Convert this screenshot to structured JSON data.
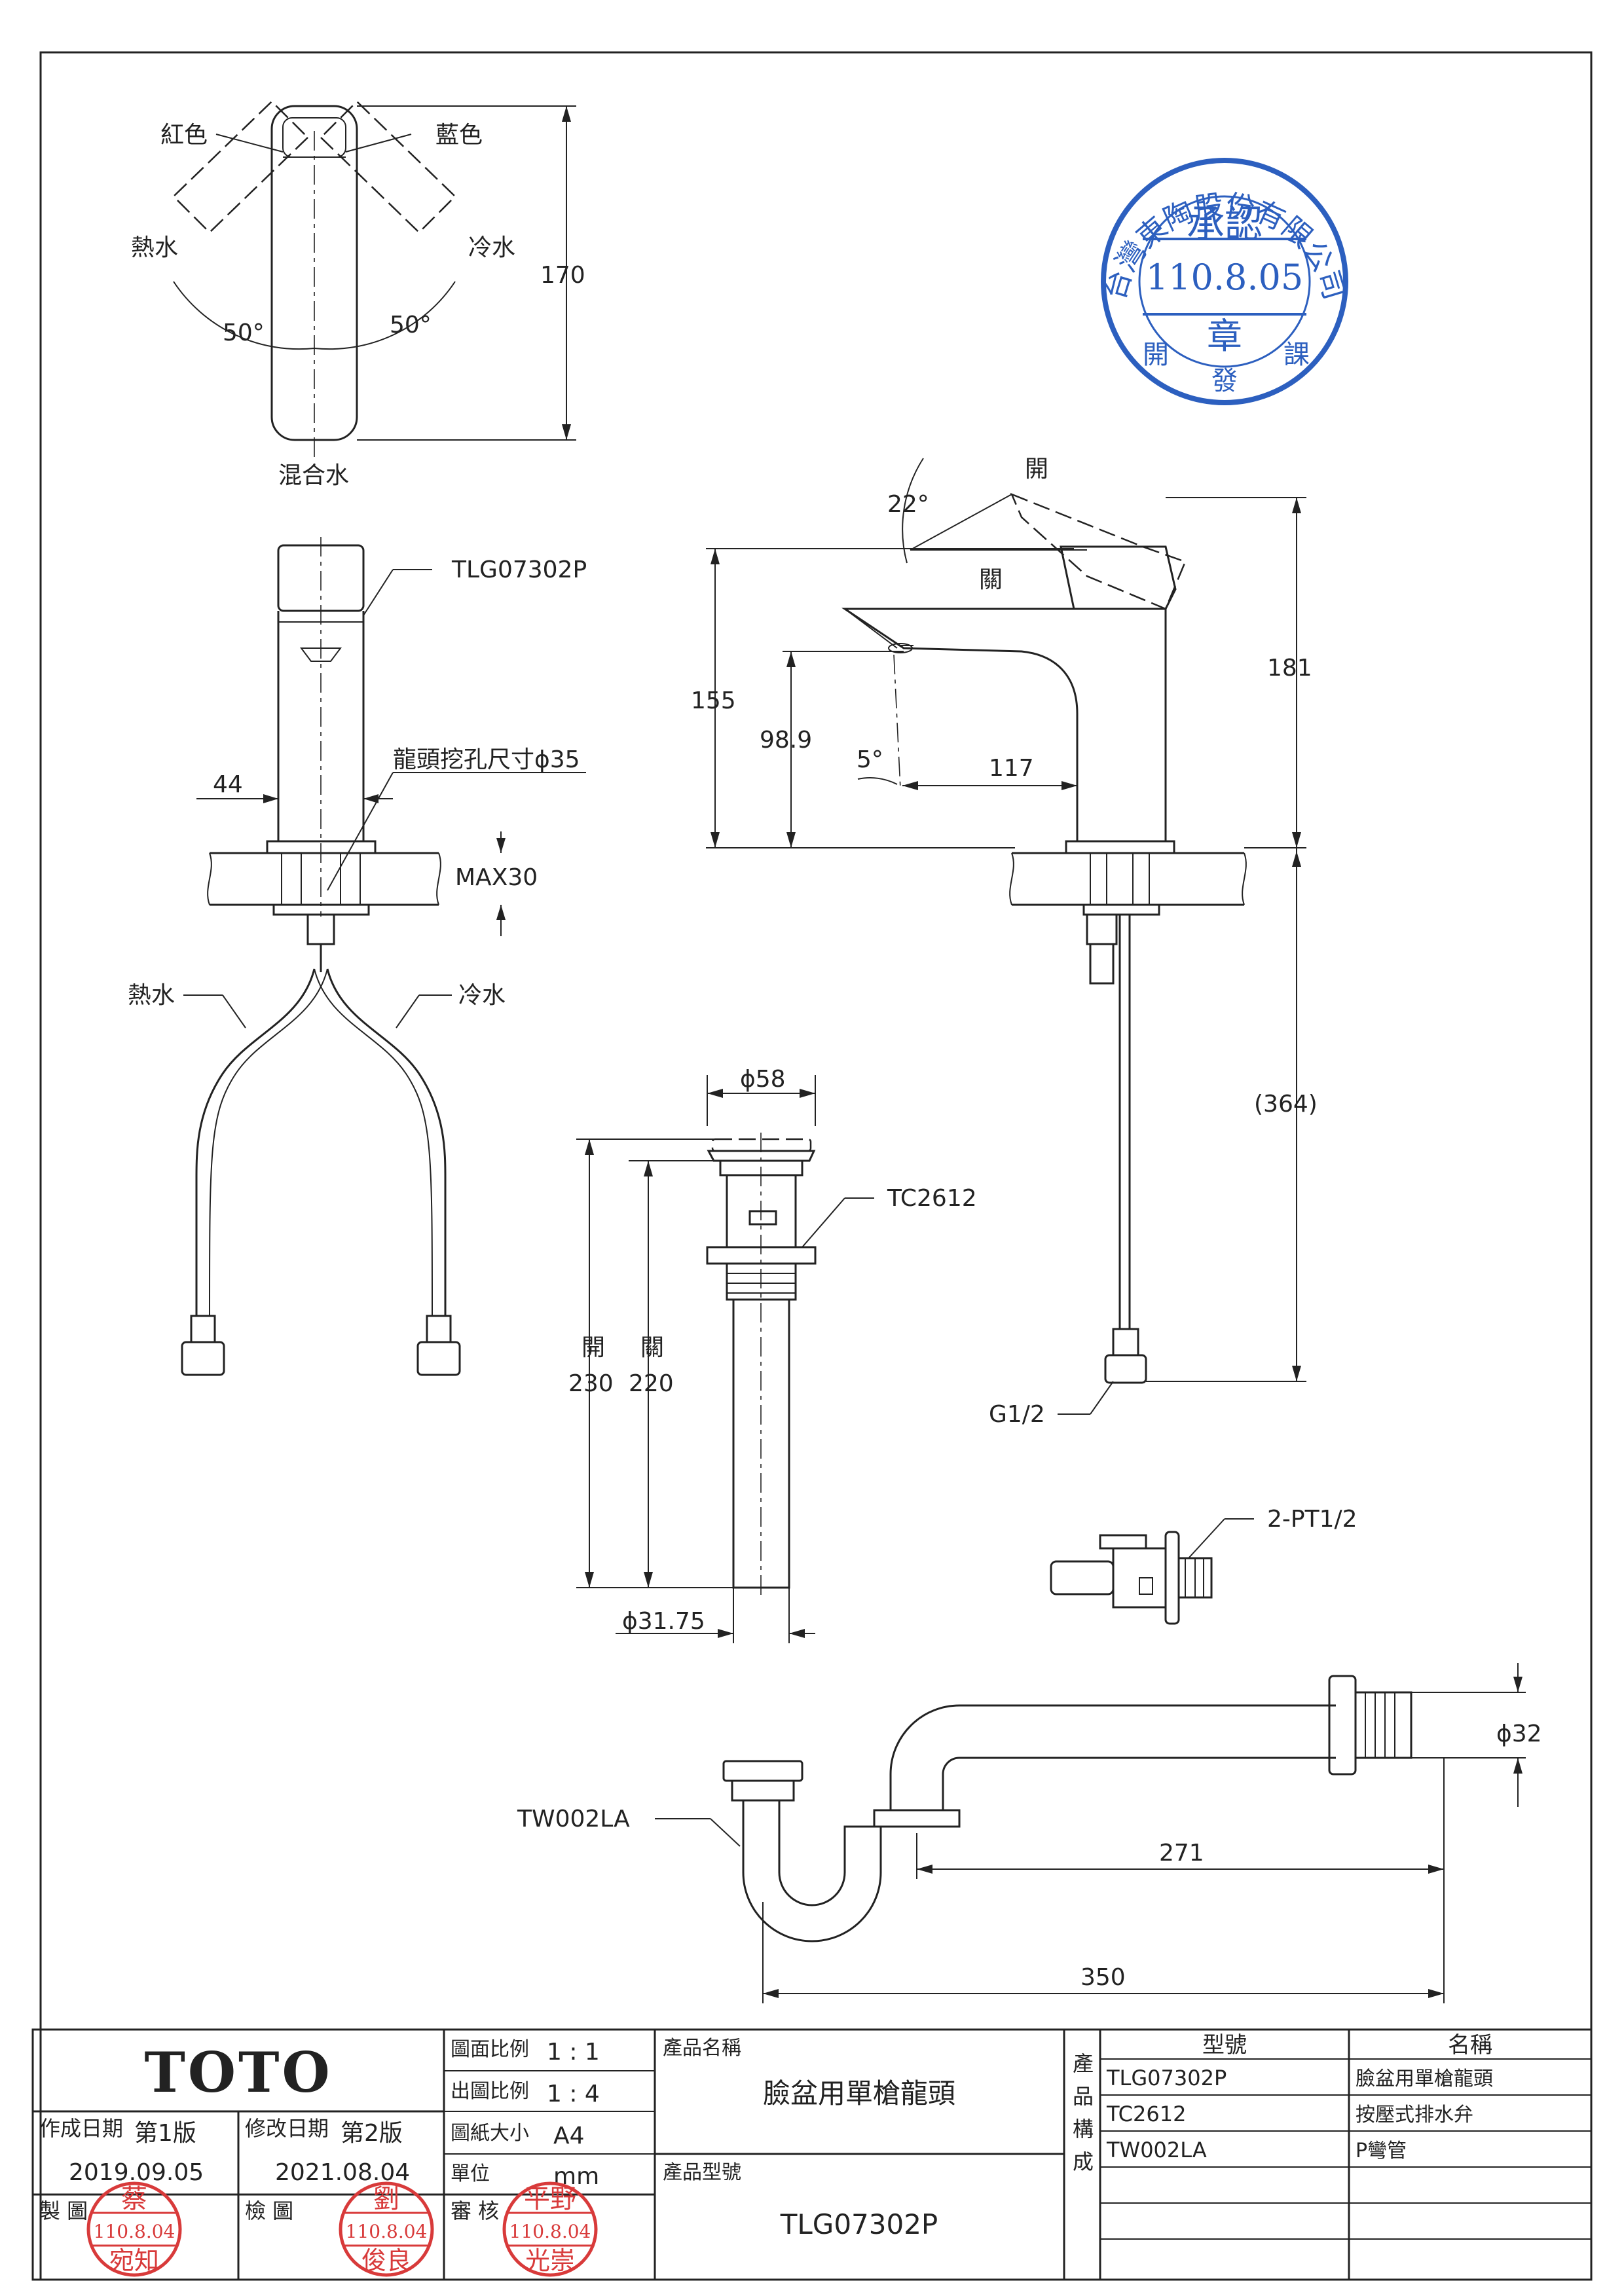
{
  "top_view": {
    "red_label": "紅色",
    "blue_label": "藍色",
    "hot_label": "熱水",
    "cold_label": "冷水",
    "angle_left": "50°",
    "angle_right": "50°",
    "height": "170",
    "mixed_label": "混合水"
  },
  "front_view": {
    "model_callout": "TLG07302P",
    "hole_size": "龍頭挖孔尺寸ϕ35",
    "width": "44",
    "max_thickness": "MAX30",
    "hot_label": "熱水",
    "cold_label": "冷水"
  },
  "side_view": {
    "open_label": "開",
    "close_label": "關",
    "lever_angle": "22°",
    "spout_angle": "5°",
    "height_155": "155",
    "height_98_9": "98.9",
    "reach_117": "117",
    "height_181": "181",
    "hose_length": "(364)",
    "thread": "G1/2"
  },
  "drain": {
    "diameter_top": "ϕ58",
    "model_callout": "TC2612",
    "open_label": "開",
    "open_length": "230",
    "close_label": "關",
    "close_length": "220",
    "diameter_bottom": "ϕ31.75"
  },
  "angle_valve": {
    "callout": "2-PT1/2"
  },
  "p_trap": {
    "model_callout": "TW002LA",
    "diameter": "ϕ32",
    "length_271": "271",
    "length_350": "350"
  },
  "approval_stamp": {
    "company": "台灣東陶股份有限公司",
    "title": "承認",
    "date": "110.8.05",
    "seal": "章",
    "dept_left": "開",
    "dept_mid": "發",
    "dept_right": "課"
  },
  "title_block": {
    "brand": "TOTO",
    "scale_label": "圖面比例",
    "scale_value": "1 : 1",
    "print_scale_label": "出圖比例",
    "print_scale_value": "1 : 4",
    "paper_label": "圖紙大小",
    "paper_value": "A4",
    "unit_label": "單位",
    "unit_value": "mm",
    "created_label": "作成日期",
    "created_edition": "第1版",
    "created_date": "2019.09.05",
    "revised_label": "修改日期",
    "revised_edition": "第2版",
    "revised_date": "2021.08.04",
    "drawn_label": "製 圖",
    "checked_label": "檢 圖",
    "approved_label": "審 核",
    "product_name_label": "產品名稱",
    "product_name": "臉盆用單槍龍頭",
    "product_model_label": "產品型號",
    "product_model": "TLG07302P",
    "composition_label": "產品構成",
    "col_model": "型號",
    "col_name": "名稱",
    "parts": [
      {
        "model": "TLG07302P",
        "name": "臉盆用單槍龍頭"
      },
      {
        "model": "TC2612",
        "name": "按壓式排水弁"
      },
      {
        "model": "TW002LA",
        "name": "P彎管"
      }
    ]
  },
  "signature_stamps": [
    {
      "top": "蔡",
      "date": "110.8.04",
      "bottom": "宛知"
    },
    {
      "top": "劉",
      "date": "110.8.04",
      "bottom": "俊良"
    },
    {
      "top": "平野",
      "date": "110.8.04",
      "bottom": "光崇"
    }
  ]
}
